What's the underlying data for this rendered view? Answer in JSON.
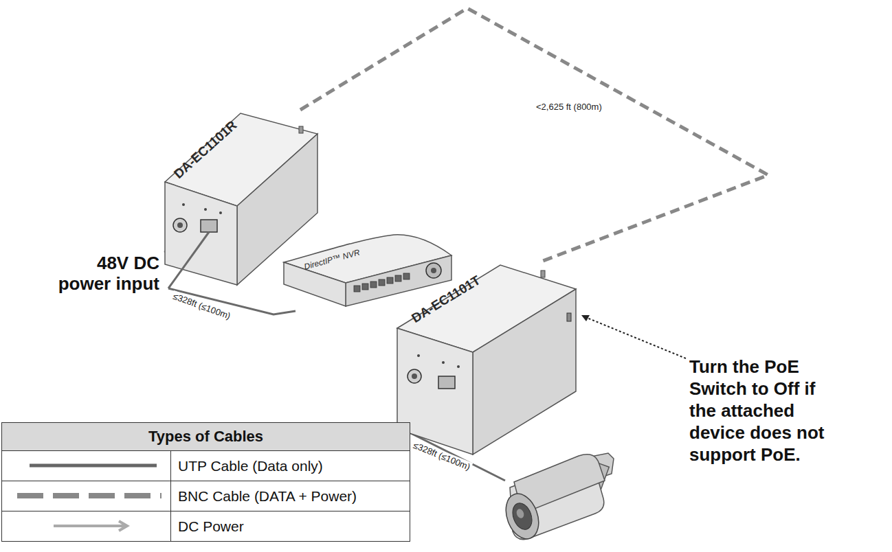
{
  "diagram": {
    "nodes": [
      {
        "text": [
          "DA-EC1101R"
        ]
      },
      {
        "text": [
          "DirectIP™ NVR"
        ]
      },
      {
        "text": [
          "DA-EC1101T"
        ]
      }
    ],
    "edges": [
      {
        "from": 0,
        "to": 2,
        "arrow": "none",
        "label": "<2,625 ft (800m)"
      },
      {
        "from": 0,
        "to": 1,
        "arrow": "none",
        "label": "≤328ft (≤100m)"
      }
    ],
    "labels": [
      "48V DC power input",
      "≤328ft (≤100m)",
      "Turn the PoE Switch to Off if the attached device does not support PoE.",
      "Types of Cables"
    ],
    "legend": [
      {
        "text": "UTP Cable (Data only)"
      },
      {
        "text": "BNC Cable (DATA + Power)"
      },
      {
        "text": "DC Power"
      }
    ]
  }
}
